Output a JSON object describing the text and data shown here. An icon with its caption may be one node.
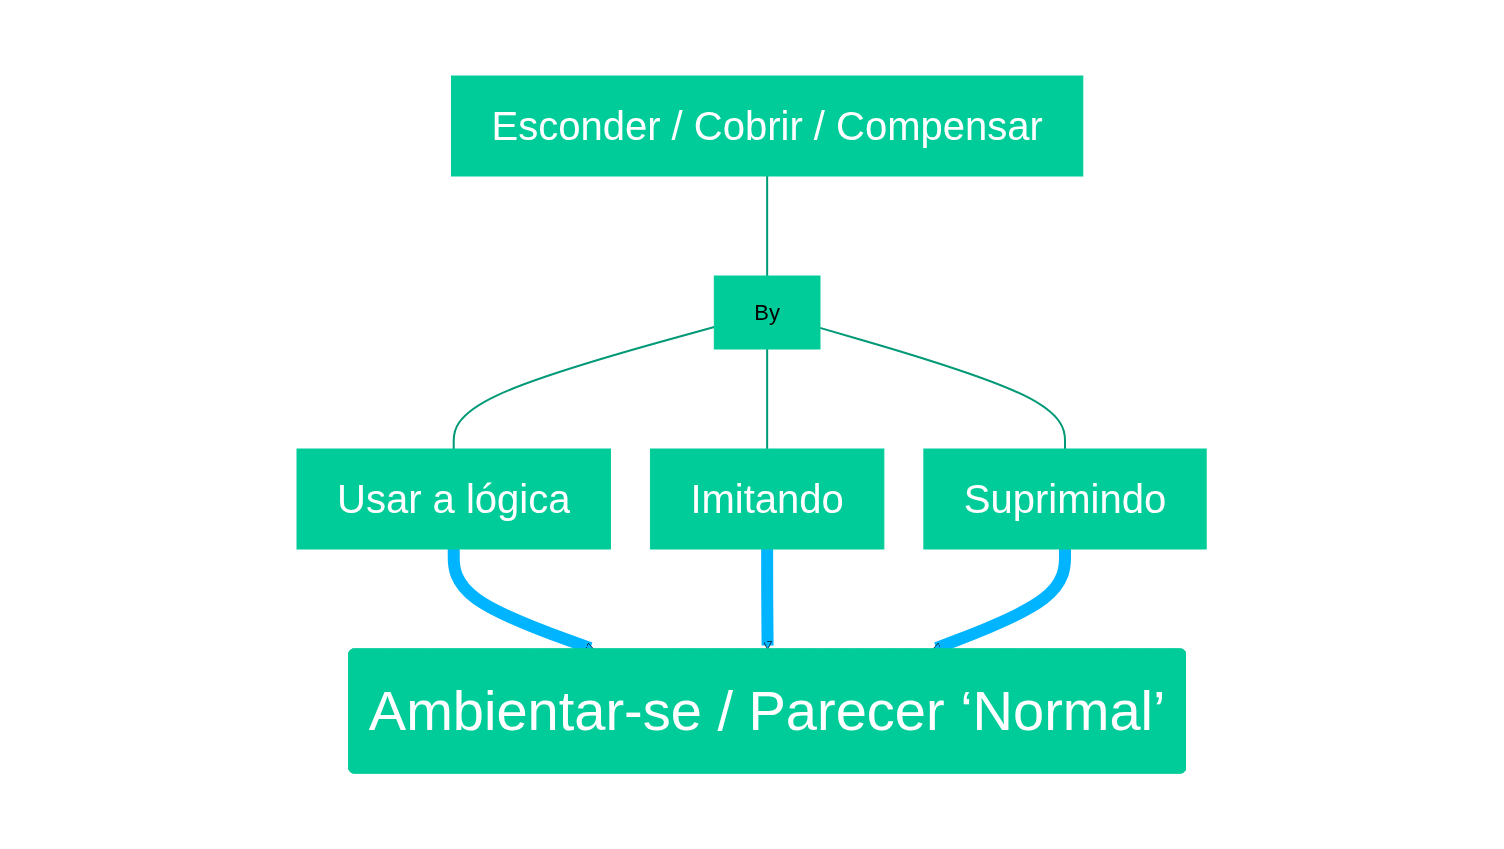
{
  "diagram": {
    "nodes": [
      {
        "text": [
          "Esconder / Cobrir / Compensar"
        ]
      },
      {
        "text": [
          "By"
        ]
      },
      {
        "text": [
          "Usar a lógica"
        ]
      },
      {
        "text": [
          "Imitando"
        ]
      },
      {
        "text": [
          "Suprimindo"
        ]
      },
      {
        "text": [
          "Ambientar-se / Parecer ‘Normal’"
        ]
      }
    ],
    "edges": [
      {
        "from": 0,
        "to": 1,
        "arrow": "none",
        "color": "#009977"
      },
      {
        "from": 1,
        "to": 2,
        "arrow": "none",
        "color": "#009977"
      },
      {
        "from": 1,
        "to": 3,
        "arrow": "none",
        "color": "#009977"
      },
      {
        "from": 1,
        "to": 4,
        "arrow": "none",
        "color": "#009977"
      },
      {
        "from": 2,
        "to": 5,
        "arrow": "to",
        "style": "thick",
        "color": "#00b4ff"
      },
      {
        "from": 3,
        "to": 5,
        "arrow": "to",
        "style": "thick",
        "color": "#00b4ff"
      },
      {
        "from": 4,
        "to": 5,
        "arrow": "to",
        "style": "thick",
        "color": "#00b4ff"
      }
    ]
  }
}
